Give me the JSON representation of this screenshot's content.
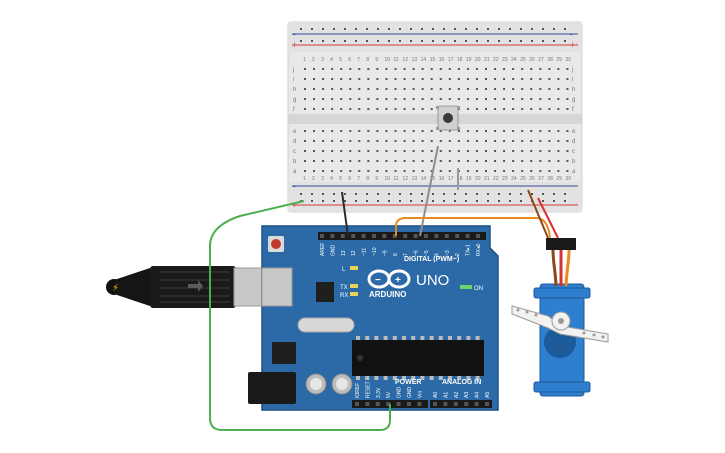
{
  "board": {
    "brand": "ARDUINO",
    "model": "UNO",
    "digital_header": "DIGITAL (PWM~)",
    "power_header": "POWER",
    "analog_header": "ANALOG IN",
    "on_label": "ON",
    "led_l": "L",
    "led_tx": "TX",
    "led_rx": "RX",
    "digital_pins": [
      "AREF",
      "GND",
      "13",
      "12",
      "~11",
      "~10",
      "~9",
      "8",
      "7",
      "~6",
      "~5",
      "4",
      "~3",
      "2",
      "TX▸1",
      "RX◂0"
    ],
    "power_pins": [
      "IOREF",
      "RESET",
      "3.3V",
      "5V",
      "GND",
      "GND",
      "Vin"
    ],
    "analog_pins": [
      "A0",
      "A1",
      "A2",
      "A3",
      "A4",
      "A5"
    ]
  },
  "breadboard": {
    "row_letters_top": [
      "j",
      "i",
      "h",
      "g",
      "f"
    ],
    "row_letters_bottom": [
      "e",
      "d",
      "c",
      "b",
      "a"
    ],
    "column_numbers": [
      "1",
      "2",
      "3",
      "4",
      "5",
      "6",
      "7",
      "8",
      "9",
      "10",
      "11",
      "12",
      "13",
      "14",
      "15",
      "16",
      "17",
      "18",
      "19",
      "20",
      "21",
      "22",
      "23",
      "24",
      "25",
      "26",
      "27",
      "28",
      "29",
      "30"
    ],
    "plus": "+",
    "minus": "-"
  },
  "colors": {
    "board": "#2b6aa6",
    "board_dark": "#1d4f80",
    "breadboard": "#e6e6e6",
    "rail_red": "#d63a3a",
    "rail_blue": "#3a4a9a",
    "wire_green": "#4caf50",
    "wire_black": "#2a2a2a",
    "wire_gray": "#8e8e8e",
    "wire_orange": "#e98a1f",
    "wire_red": "#d93030",
    "wire_brown": "#8a4a1a",
    "servo": "#2f7fd0"
  }
}
